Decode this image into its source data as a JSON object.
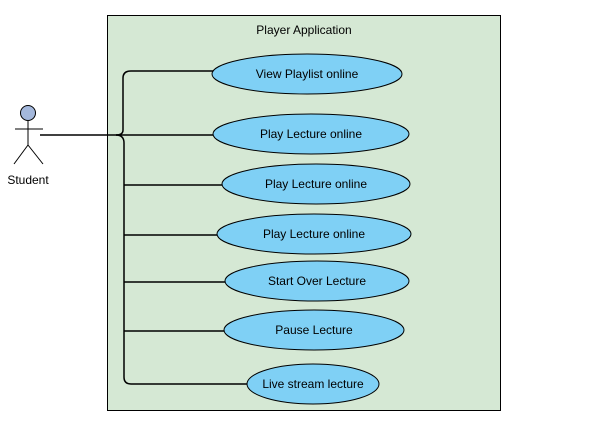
{
  "system": {
    "title": "Player Application",
    "fill": "#d5e8d4",
    "stroke": "#000000"
  },
  "actor": {
    "label": "Student",
    "head_fill": "#a4b8dc",
    "stroke": "#000000"
  },
  "use_case_style": {
    "fill": "#7fd0f5",
    "stroke": "#000000"
  },
  "use_cases": [
    {
      "label": "View Playlist online"
    },
    {
      "label": "Play Lecture online"
    },
    {
      "label": "Play Lecture online"
    },
    {
      "label": "Play Lecture online"
    },
    {
      "label": "Start Over Lecture"
    },
    {
      "label": "Pause Lecture"
    },
    {
      "label": "Live stream lecture"
    }
  ]
}
